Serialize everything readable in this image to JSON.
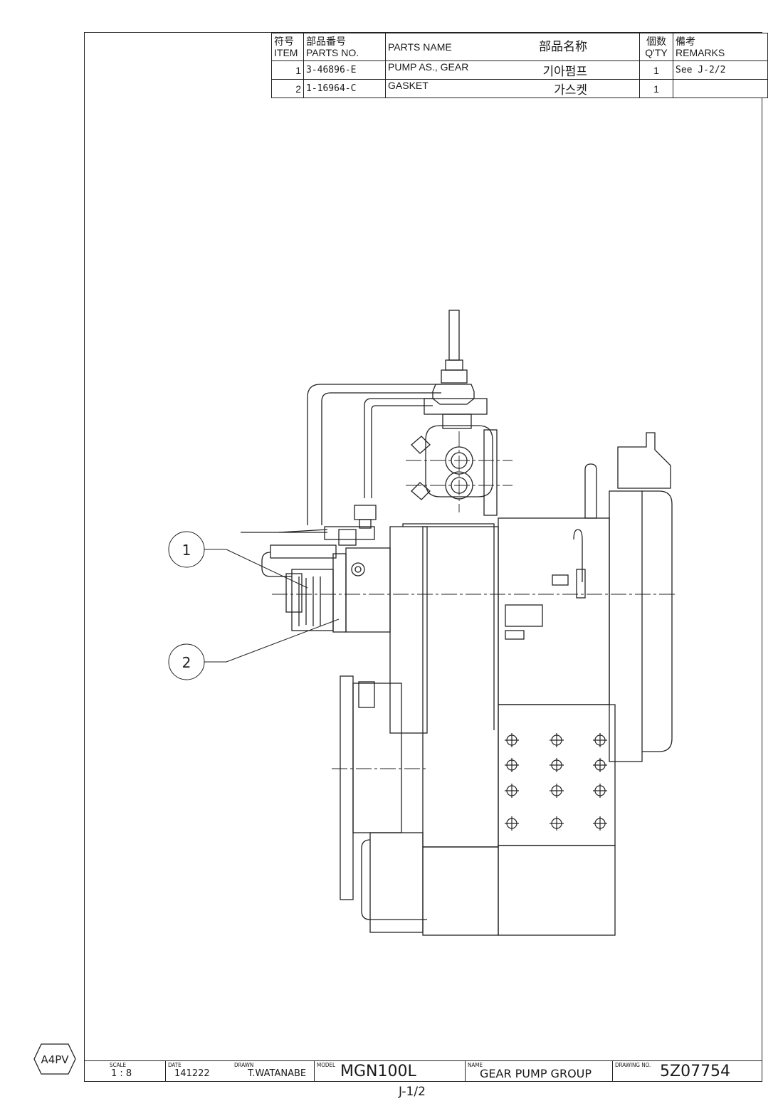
{
  "parts_table": {
    "headers": {
      "item_jp": "符号",
      "item_en": "ITEM",
      "partno_jp": "部品番号",
      "partno_en": "PARTS NO.",
      "name_en": "PARTS NAME",
      "name_jp": "部品名称",
      "qty_jp": "個数",
      "qty_en": "Q'TY",
      "remarks_jp": "備考",
      "remarks_en": "REMARKS"
    },
    "rows": [
      {
        "item": "1",
        "part_no": "3-46896-E",
        "name": "PUMP AS., GEAR",
        "name_local": "기아펌프",
        "qty": "1",
        "remarks": "See J-2/2"
      },
      {
        "item": "2",
        "part_no": "1-16964-C",
        "name": "GASKET",
        "name_local": "가스켓",
        "qty": "1",
        "remarks": ""
      }
    ]
  },
  "callouts": [
    "1",
    "2"
  ],
  "title_block": {
    "scale_caption": "SCALE",
    "scale": "1 : 8",
    "date_caption": "DATE",
    "date": "141222",
    "drawn_caption": "DRAWN",
    "drawn": "T.WATANABE",
    "model_caption": "MODEL",
    "model": "MGN100L",
    "name_caption": "NAME",
    "name": "GEAR PUMP GROUP",
    "drawing_no_caption": "DRAWING NO.",
    "drawing_no": "5Z07754"
  },
  "sheet": "J-1/2",
  "paper_size_badge": "A4PV"
}
